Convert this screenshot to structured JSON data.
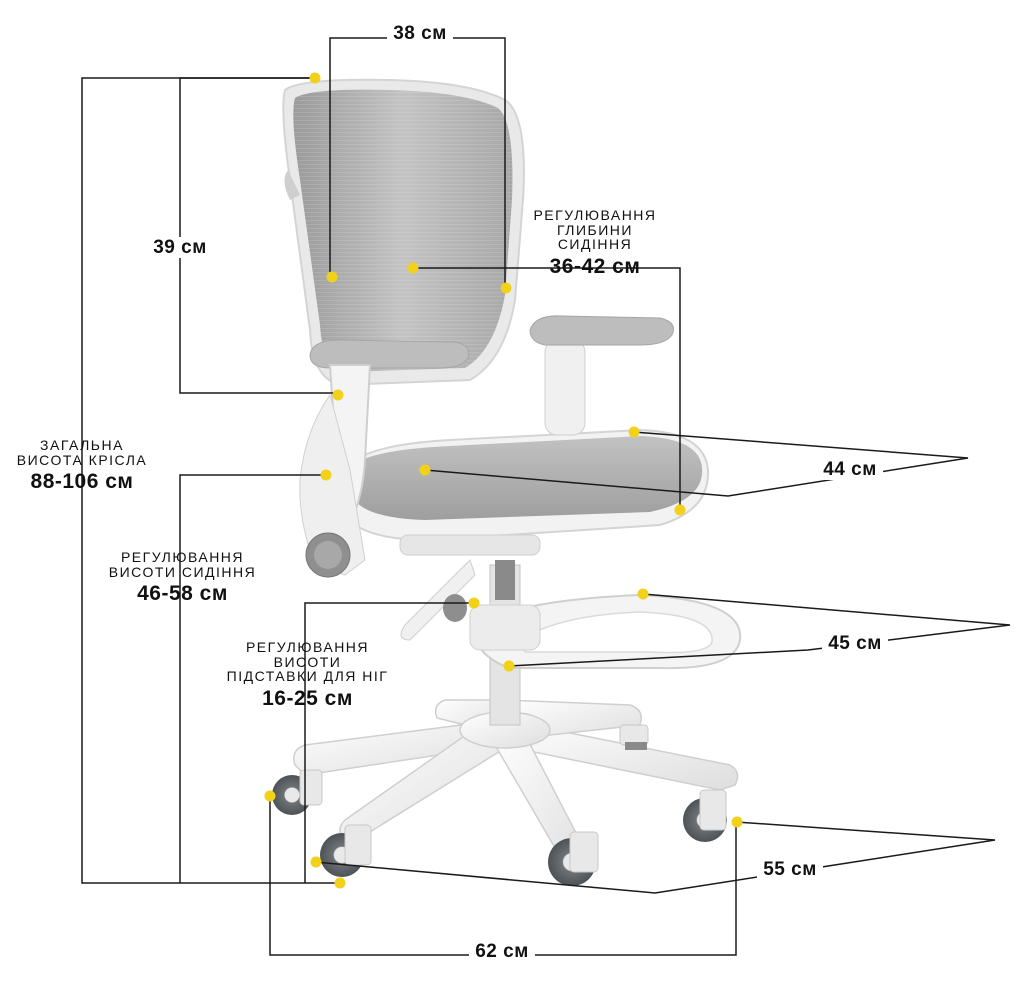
{
  "dimensions": {
    "backrest_width": "38 см",
    "backrest_height": "39 см",
    "seat_depth_caption": [
      "РЕГУЛЮВАННЯ",
      "ГЛИБИНИ",
      "СИДІННЯ"
    ],
    "seat_depth_value": "36-42 см",
    "total_height_caption": [
      "ЗАГАЛЬНА",
      "ВИСОТА КРІСЛА"
    ],
    "total_height_value": "88-106 см",
    "seat_height_caption": [
      "РЕГУЛЮВАННЯ",
      "ВИСОТИ СИДІННЯ"
    ],
    "seat_height_value": "46-58 см",
    "footrest_height_caption": [
      "РЕГУЛЮВАННЯ",
      "ВИСОТИ",
      "ПІДСТАВКИ ДЛЯ НІГ"
    ],
    "footrest_height_value": "16-25 см",
    "seat_width": "44 см",
    "footrest_width": "45 см",
    "base_depth": "55 см",
    "base_width": "62 см"
  },
  "colors": {
    "marker": "#f2d11a",
    "line": "#1a1a1a",
    "chair_frame": "#f1f1f1",
    "chair_fabric": "#a9a9a9",
    "wheel": "#5f6468"
  }
}
